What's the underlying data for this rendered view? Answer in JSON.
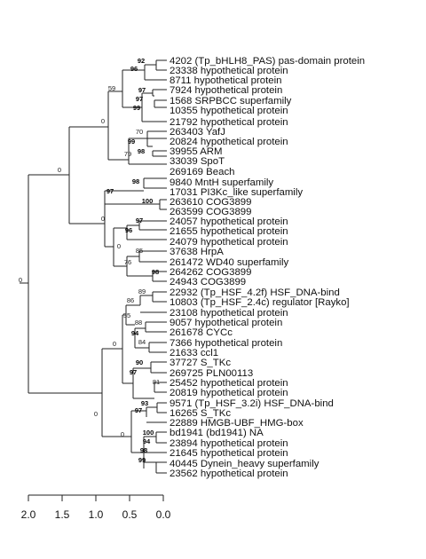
{
  "leaves": [
    "4202 (Tp_bHLH8_PAS) pas-domain protein",
    "23338 hypothetical protein",
    "8711 hypothetical protein",
    "7924 hypothetical protein",
    "1568 SRPBCC superfamily",
    "10355 hypothetical protein",
    "21792 hypothetical protein",
    "263403 YafJ",
    "20824 hypothetical protein",
    "39955 ARM",
    "33039 SpoT",
    "269169 Beach",
    "9840 MntH superfamily",
    "17031 PI3Kc_like superfamily",
    "263610 COG3899",
    "263599 COG3899",
    "24057 hypothetical protein",
    "21655 hypothetical protein",
    "24079 hypothetical protein",
    "37638 HrpA",
    "261472 WD40 superfamily",
    "264262 COG3899",
    "24943 COG3899",
    "22932 (Tp_HSF_4.2f) HSF_DNA-bind",
    "10803 (Tp_HSF_2.4c) regulator [Rayko]",
    "23108 hypothetical protein",
    "9057 hypothetical protein",
    "261678 CYCc",
    "7366 hypothetical protein",
    "21633 ccl1",
    "37727 S_TKc",
    "269725 PLN00113",
    "25452 hypothetical protein",
    "20819 hypothetical protein",
    "9571 (Tp_HSF_3.2i) HSF_DNA-bind",
    "16265 S_TKc",
    "22889 HMGB-UBF_HMG-box",
    "bd1941 (bd1941) NA",
    "23894 hypothetical protein",
    "21645 hypothetical protein",
    "40445 Dynein_heavy superfamily",
    "23562 hypothetical protein"
  ],
  "bootstrap": [
    {
      "label": "92",
      "strong": true
    },
    {
      "label": "96",
      "strong": true
    },
    {
      "label": "59",
      "strong": false
    },
    {
      "label": "97",
      "strong": true
    },
    {
      "label": "97",
      "strong": true
    },
    {
      "label": "99",
      "strong": true
    },
    {
      "label": "0",
      "strong": false
    },
    {
      "label": "70",
      "strong": false
    },
    {
      "label": "99",
      "strong": true
    },
    {
      "label": "98",
      "strong": true
    },
    {
      "label": "79",
      "strong": false
    },
    {
      "label": "0",
      "strong": false
    },
    {
      "label": "98",
      "strong": true
    },
    {
      "label": "97",
      "strong": true
    },
    {
      "label": "100",
      "strong": true
    },
    {
      "label": "97",
      "strong": true
    },
    {
      "label": "96",
      "strong": true
    },
    {
      "label": "85",
      "strong": false
    },
    {
      "label": "76",
      "strong": false
    },
    {
      "label": "98",
      "strong": true
    },
    {
      "label": "0",
      "strong": false
    },
    {
      "label": "0",
      "strong": false
    },
    {
      "label": "0",
      "strong": false
    },
    {
      "label": "89",
      "strong": false
    },
    {
      "label": "86",
      "strong": false
    },
    {
      "label": "55",
      "strong": false
    },
    {
      "label": "88",
      "strong": false
    },
    {
      "label": "94",
      "strong": true
    },
    {
      "label": "84",
      "strong": false
    },
    {
      "label": "0",
      "strong": false
    },
    {
      "label": "90",
      "strong": true
    },
    {
      "label": "97",
      "strong": true
    },
    {
      "label": "81",
      "strong": false
    },
    {
      "label": "0",
      "strong": false
    },
    {
      "label": "93",
      "strong": true
    },
    {
      "label": "97",
      "strong": true
    },
    {
      "label": "100",
      "strong": true
    },
    {
      "label": "94",
      "strong": true
    },
    {
      "label": "98",
      "strong": true
    },
    {
      "label": "99",
      "strong": true
    },
    {
      "label": "0",
      "strong": false
    }
  ],
  "axis": {
    "ticks": [
      "2.0",
      "1.5",
      "1.0",
      "0.5",
      "0.0"
    ]
  }
}
